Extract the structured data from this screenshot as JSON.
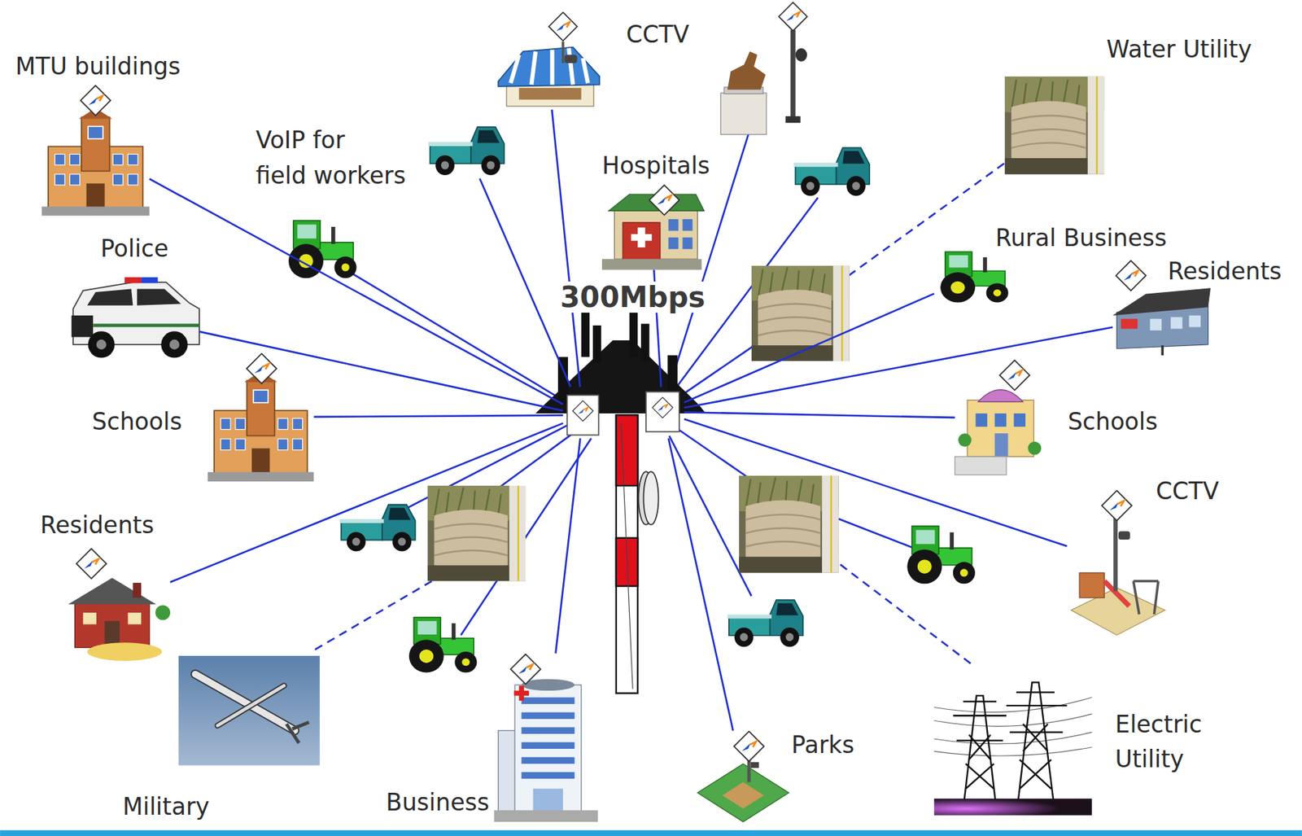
{
  "diagram": {
    "nodes": [
      {
        "text": [
          "MTU buildings"
        ]
      },
      {
        "text": [
          "CCTV"
        ]
      },
      {
        "text": [
          "Water Utility"
        ]
      },
      {
        "text": [
          "VoIP for field workers"
        ]
      },
      {
        "text": [
          "Hospitals"
        ]
      },
      {
        "text": [
          "Police"
        ]
      },
      {
        "text": [
          "Rural Business"
        ]
      },
      {
        "text": [
          "Residents"
        ]
      },
      {
        "text": [
          "300Mbps"
        ]
      },
      {
        "text": [
          "Schools"
        ]
      },
      {
        "text": [
          "Schools"
        ]
      },
      {
        "text": [
          "CCTV"
        ]
      },
      {
        "text": [
          "Residents"
        ]
      },
      {
        "text": [
          "Military"
        ]
      },
      {
        "text": [
          "Business"
        ]
      },
      {
        "text": [
          "Parks"
        ]
      },
      {
        "text": [
          "Electric Utility"
        ]
      }
    ],
    "edges": [
      {
        "from": 8,
        "to": 0,
        "arrow": "none"
      },
      {
        "from": 8,
        "to": 1,
        "arrow": "none"
      },
      {
        "from": 8,
        "to": 3,
        "arrow": "none"
      },
      {
        "from": 8,
        "to": 4,
        "arrow": "none"
      },
      {
        "from": 8,
        "to": 5,
        "arrow": "none"
      },
      {
        "from": 8,
        "to": 6,
        "arrow": "none"
      },
      {
        "from": 8,
        "to": 7,
        "arrow": "none"
      },
      {
        "from": 8,
        "to": 9,
        "arrow": "none"
      },
      {
        "from": 8,
        "to": 10,
        "arrow": "none"
      },
      {
        "from": 8,
        "to": 11,
        "arrow": "none"
      },
      {
        "from": 8,
        "to": 12,
        "arrow": "none"
      },
      {
        "from": 8,
        "to": 14,
        "arrow": "none"
      },
      {
        "from": 8,
        "to": 15,
        "arrow": "none"
      }
    ]
  }
}
